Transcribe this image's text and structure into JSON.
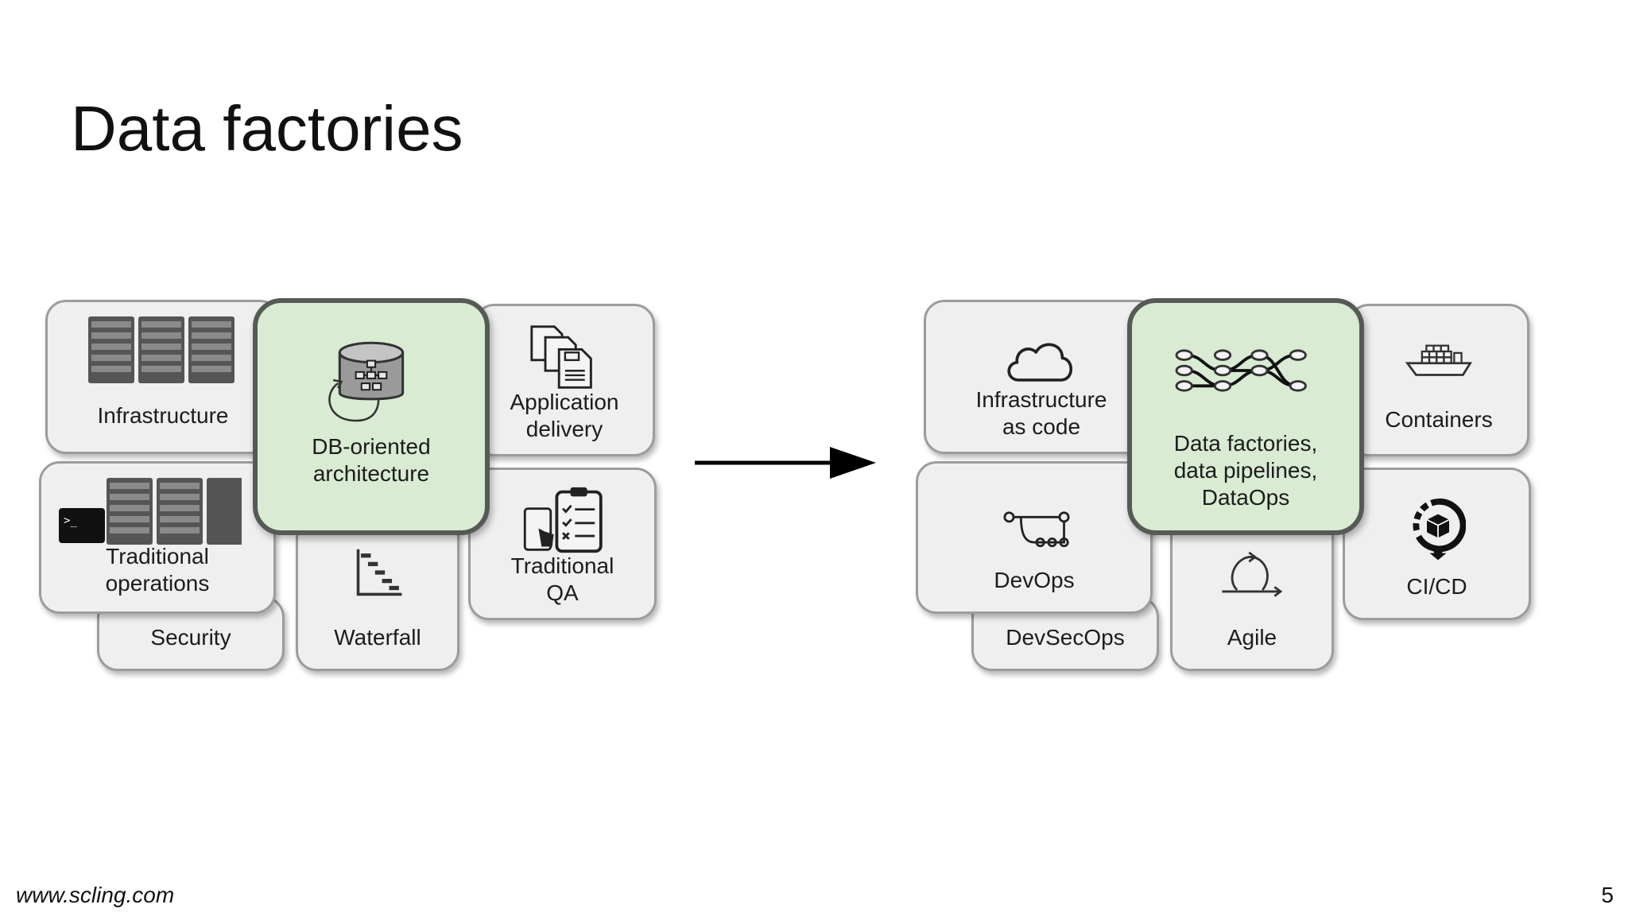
{
  "slide": {
    "title": "Data factories",
    "footer_url": "www.scling.com",
    "page_number": "5"
  },
  "left_cluster": {
    "tiles": [
      {
        "id": "security",
        "label": "Security",
        "icon": "none"
      },
      {
        "id": "waterfall",
        "label": "Waterfall",
        "icon": "gantt-chart-icon"
      },
      {
        "id": "infrastructure",
        "label": "Infrastructure",
        "icon": "server-rack-icon"
      },
      {
        "id": "traditional-operations",
        "label": "Traditional\noperations",
        "icon": "server-terminal-icon"
      },
      {
        "id": "application-delivery",
        "label": "Application\ndelivery",
        "icon": "floppy-disks-icon"
      },
      {
        "id": "traditional-qa",
        "label": "Traditional\nQA",
        "icon": "checklist-tablet-icon"
      },
      {
        "id": "db-oriented-architecture",
        "label": "DB-oriented\narchitecture",
        "icon": "database-icon",
        "highlighted": true
      }
    ]
  },
  "right_cluster": {
    "tiles": [
      {
        "id": "devsecops",
        "label": "DevSecOps",
        "icon": "none"
      },
      {
        "id": "agile",
        "label": "Agile",
        "icon": "cycle-arrow-icon"
      },
      {
        "id": "infrastructure-as-code",
        "label": "Infrastructure\nas code",
        "icon": "cloud-icon"
      },
      {
        "id": "devops",
        "label": "DevOps",
        "icon": "pipeline-icon"
      },
      {
        "id": "containers",
        "label": "Containers",
        "icon": "container-ship-icon"
      },
      {
        "id": "cicd",
        "label": "CI/CD",
        "icon": "cicd-cube-icon"
      },
      {
        "id": "data-factories",
        "label": "Data factories,\ndata pipelines,\nDataOps",
        "icon": "data-pipeline-graph-icon",
        "highlighted": true
      }
    ]
  },
  "colors": {
    "highlight_fill": "#d9ebd3",
    "tile_fill": "#efefef",
    "tile_border": "#9c9c9c",
    "highlight_border": "#555a55",
    "icon_dark": "#333333"
  }
}
